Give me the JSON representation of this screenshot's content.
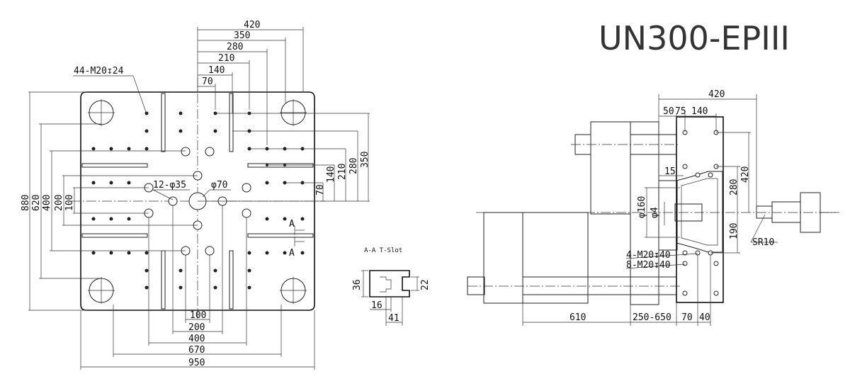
{
  "title": "UN300-EPIII",
  "platen": {
    "top_dims": [
      "420",
      "350",
      "280",
      "210",
      "140",
      "70"
    ],
    "right_dims": [
      "70",
      "140",
      "210",
      "280",
      "350"
    ],
    "left_dims": [
      "880",
      "620",
      "400",
      "200",
      "100"
    ],
    "bottom_dims": [
      "100",
      "200",
      "400",
      "670",
      "950"
    ],
    "tap_note": "44-M20↧24",
    "hole_note": "12-φ35",
    "center_note": "φ70",
    "section_mark": "A"
  },
  "tslot": {
    "title": "A-A T-Slot",
    "dims": [
      "36",
      "22",
      "16",
      "41"
    ]
  },
  "side_view": {
    "top_dims": [
      "420",
      "50",
      "75",
      "140"
    ],
    "right_dims": [
      "280",
      "420",
      "190"
    ],
    "left_dims": [
      "15",
      "φ160",
      "φ4"
    ],
    "notes": [
      "4-M20↧40",
      "8-M20↧40",
      "SR10"
    ],
    "bottom_dims": [
      "610",
      "250-650",
      "70",
      "40"
    ]
  }
}
